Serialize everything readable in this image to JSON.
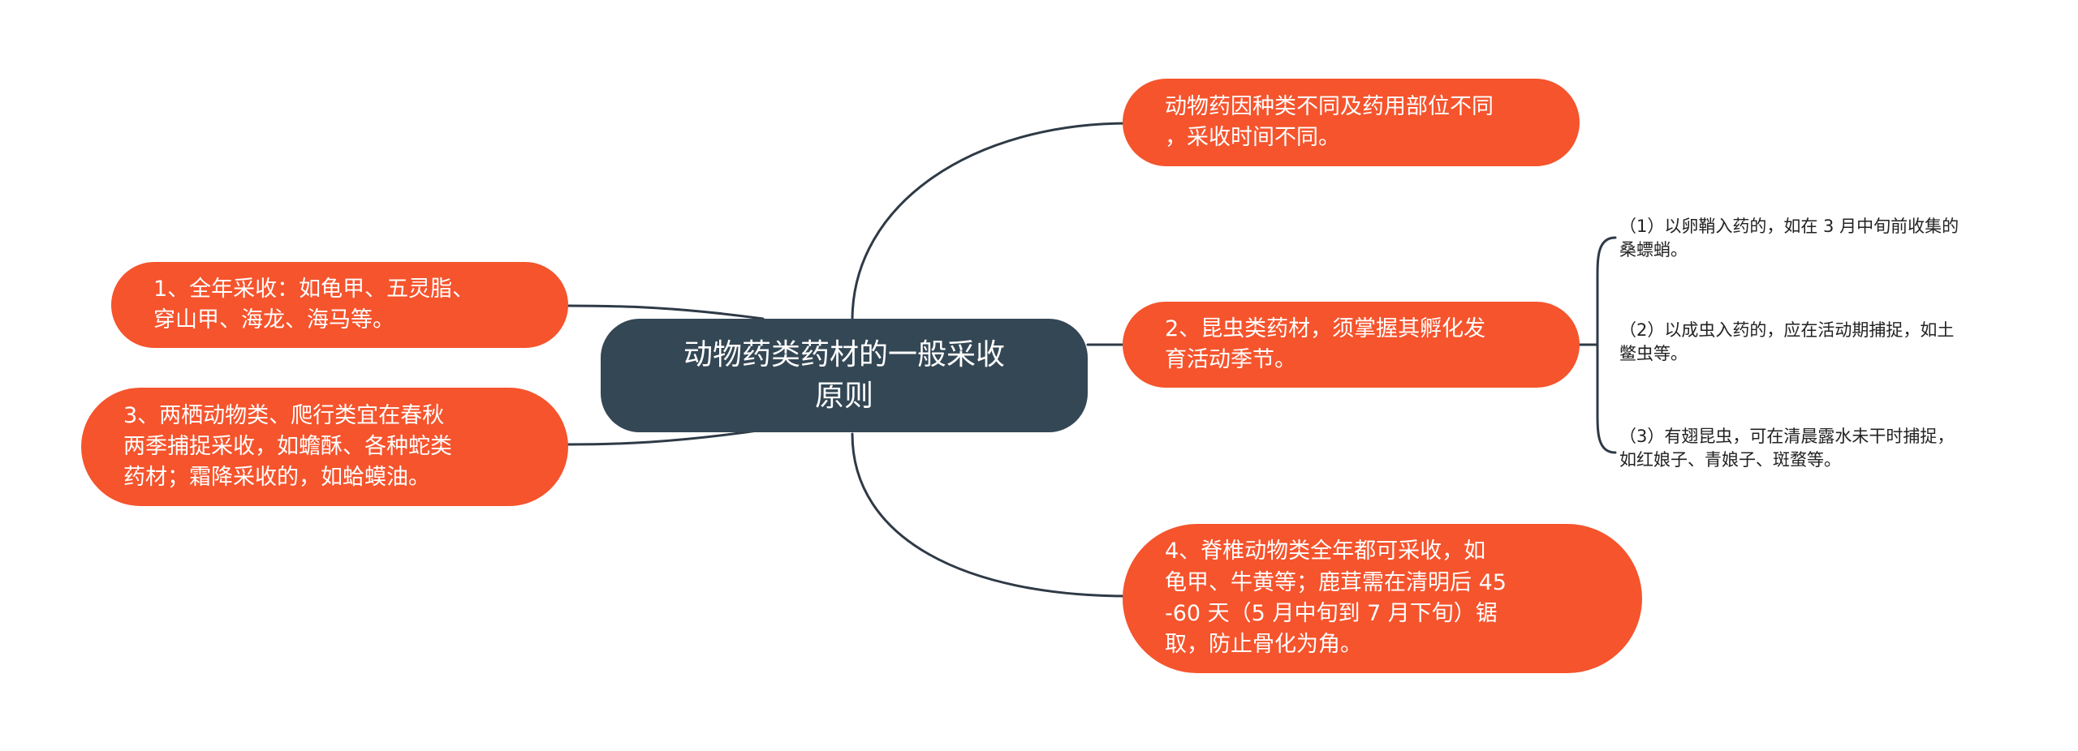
{
  "colors": {
    "root_fill": "#344755",
    "branch_fill": "#f5542d",
    "connector": "#2e3a46",
    "leaf_text": "#222222",
    "background": "#ffffff"
  },
  "mindmap": {
    "root": {
      "text": "动物药类药材的一般采收\n原则"
    },
    "branches": {
      "top_right": {
        "text": "动物药因种类不同及药用部位不同\n，采收时间不同。"
      },
      "left_1": {
        "text": "1、全年采收：如龟甲、五灵脂、\n穿山甲、海龙、海马等。"
      },
      "left_3": {
        "text": "3、两栖动物类、爬行类宜在春秋\n两季捕捉采收，如蟾酥、各种蛇类\n药材；霜降采收的，如蛤蟆油。"
      },
      "right_2": {
        "text": "2、昆虫类药材，须掌握其孵化发\n育活动季节。",
        "children": [
          {
            "text": "（1）以卵鞘入药的，如在 3 月中旬前收集的\n桑螵蛸。"
          },
          {
            "text": "（2）以成虫入药的，应在活动期捕捉，如土\n鳖虫等。"
          },
          {
            "text": "（3）有翅昆虫，可在清晨露水未干时捕捉，\n如红娘子、青娘子、斑蝥等。"
          }
        ]
      },
      "right_4": {
        "text": "4、脊椎动物类全年都可采收，如\n龟甲、牛黄等；鹿茸需在清明后 45\n-60 天（5 月中旬到 7 月下旬）锯\n取，防止骨化为角。"
      }
    }
  }
}
